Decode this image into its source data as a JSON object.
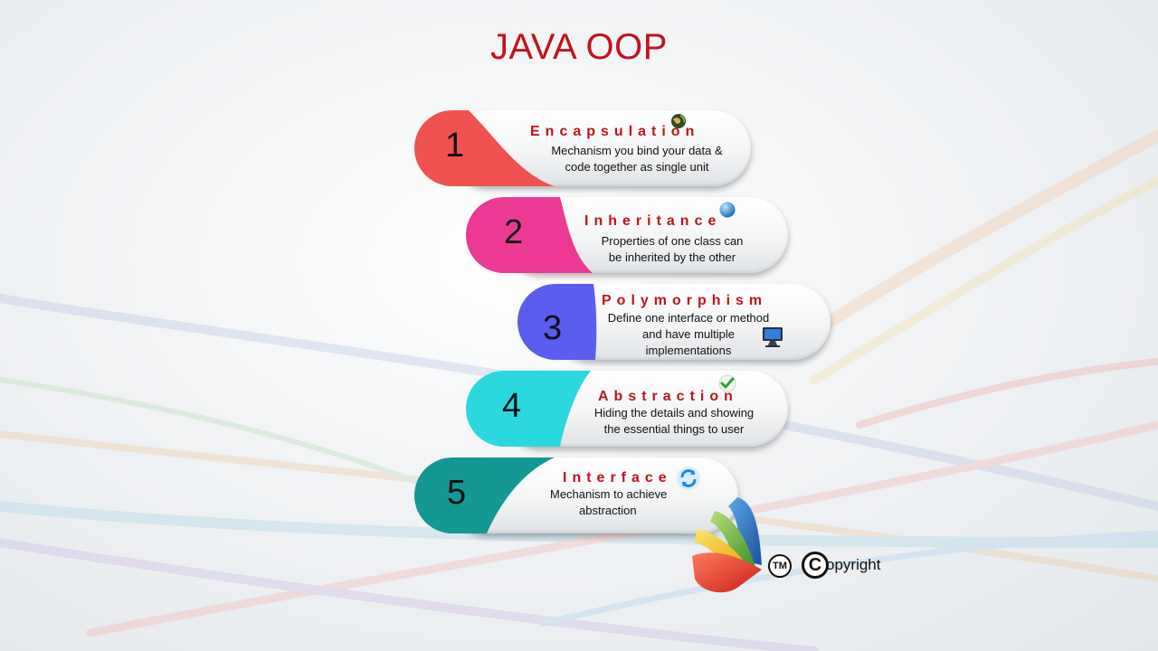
{
  "title": "JAVA OOP",
  "steps": [
    {
      "number": "1",
      "heading": "Encapsulation",
      "desc_line1": "Mechanism you bind your data &",
      "desc_line2": "code together as single unit",
      "desc_line3": "",
      "color": "#f0524f",
      "icon": "globe-icon"
    },
    {
      "number": "2",
      "heading": "Inheritance",
      "desc_line1": "Properties of one class can",
      "desc_line2": "be inherited by the other",
      "desc_line3": "",
      "color": "#ec3a94",
      "icon": "blue-orb-icon"
    },
    {
      "number": "3",
      "heading": "Polymorphism",
      "desc_line1": "Define one interface or method",
      "desc_line2": "and have multiple",
      "desc_line3": "implementations",
      "color": "#5b5cf0",
      "icon": "monitor-icon"
    },
    {
      "number": "4",
      "heading": "Abstraction",
      "desc_line1": "Hiding the details and showing",
      "desc_line2": "the essential things to user",
      "desc_line3": "",
      "color": "#2ad8dd",
      "icon": "checkmark-icon"
    },
    {
      "number": "5",
      "heading": "Interface",
      "desc_line1": "Mechanism to achieve",
      "desc_line2": "abstraction",
      "desc_line3": "",
      "color": "#139895",
      "icon": "refresh-icon"
    }
  ],
  "branding": {
    "tm": "TM",
    "copyright_symbol": "C",
    "copyright_text": "opyright"
  }
}
